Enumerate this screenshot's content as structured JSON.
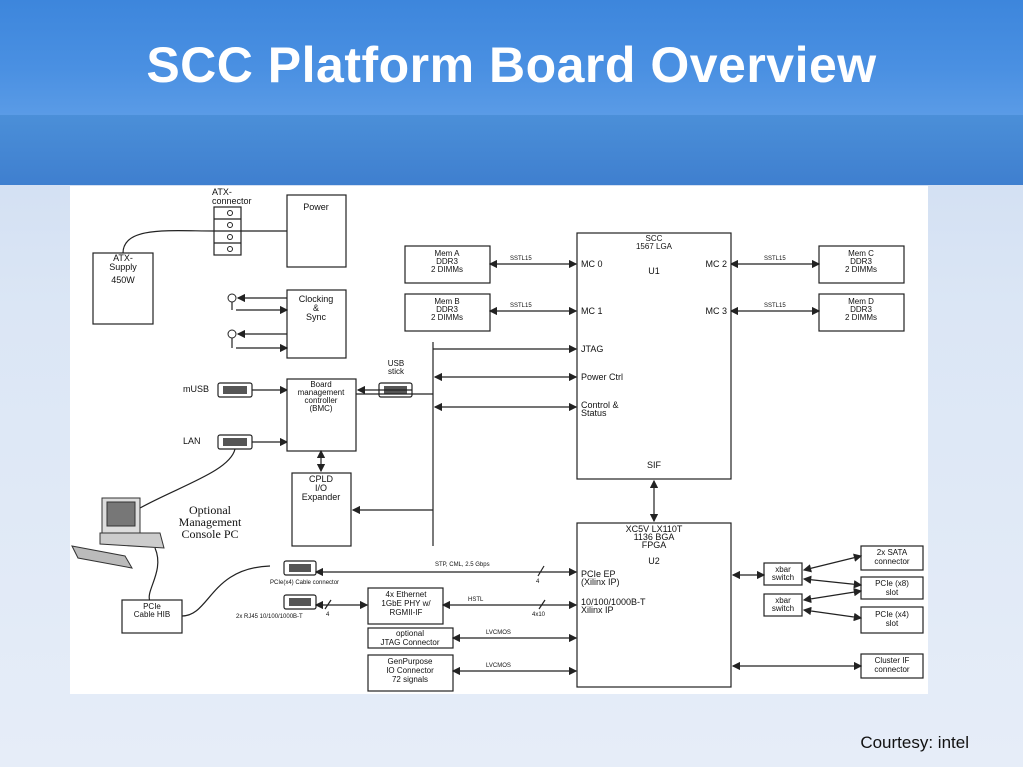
{
  "slide": {
    "title": "SCC Platform Board Overview",
    "credit": "Courtesy: intel"
  },
  "diagram": {
    "atx_connector": [
      "ATX-",
      "connector"
    ],
    "power": "Power",
    "atx_supply": [
      "ATX-",
      "Supply",
      "450W"
    ],
    "clocking": [
      "Clocking",
      "&",
      "Sync"
    ],
    "musb": "mUSB",
    "lan": "LAN",
    "bmc": [
      "Board",
      "management",
      "controller",
      "(BMC)"
    ],
    "usb_stick": [
      "USB",
      "stick"
    ],
    "cpld": [
      "CPLD",
      "I/O",
      "Expander"
    ],
    "console_pc": [
      "Optional",
      "Management",
      "Console PC"
    ],
    "pcie_cable_hib": [
      "PCIe",
      "Cable HIB"
    ],
    "pcie_cable_connector": "PCIe(x4) Cable connector",
    "rj45_label": "2x RJ45 10/100/1000B-T",
    "ethernet": [
      "4x Ethernet",
      "1GbE PHY w/",
      "RGMII-IF"
    ],
    "jtag_connector": [
      "optional",
      "JTAG Connector"
    ],
    "genpurpose": [
      "GenPurpose",
      "IO Connector",
      "72 signals"
    ],
    "mem_a": [
      "Mem A",
      "DDR3",
      "2 DIMMs"
    ],
    "mem_b": [
      "Mem B",
      "DDR3",
      "2 DIMMs"
    ],
    "mem_c": [
      "Mem C",
      "DDR3",
      "2 DIMMs"
    ],
    "mem_d": [
      "Mem D",
      "DDR3",
      "2 DIMMs"
    ],
    "sstl": "SSTL15",
    "scc": [
      "SCC",
      "1567 LGA",
      "U1"
    ],
    "scc_ports": {
      "mc0": "MC 0",
      "mc1": "MC 1",
      "mc2": "MC 2",
      "mc3": "MC 3",
      "jtag": "JTAG",
      "power_ctrl": "Power Ctrl",
      "control": [
        "Control &",
        "Status"
      ],
      "sif": "SIF"
    },
    "fpga": [
      "XC5V LX110T",
      "1136 BGA",
      "FPGA",
      "U2"
    ],
    "fpga_ports": {
      "pcie_ep": [
        "PCIe EP",
        "(Xilinx IP)"
      ],
      "eth": [
        "10/100/1000B-T",
        "Xilinx IP"
      ]
    },
    "stp_label": "STP, CML, 2.5 Gbps",
    "hstl": "HSTL",
    "lvcmos": "LVCMOS",
    "bus_4": "4",
    "bus_4x10": "4x10",
    "xbar": [
      "xbar",
      "switch"
    ],
    "sata": [
      "2x SATA",
      "connector"
    ],
    "pcie_x8": [
      "PCIe (x8)",
      "slot"
    ],
    "pcie_x4": [
      "PCIe (x4)",
      "slot"
    ],
    "cluster": [
      "Cluster IF",
      "connector"
    ]
  }
}
